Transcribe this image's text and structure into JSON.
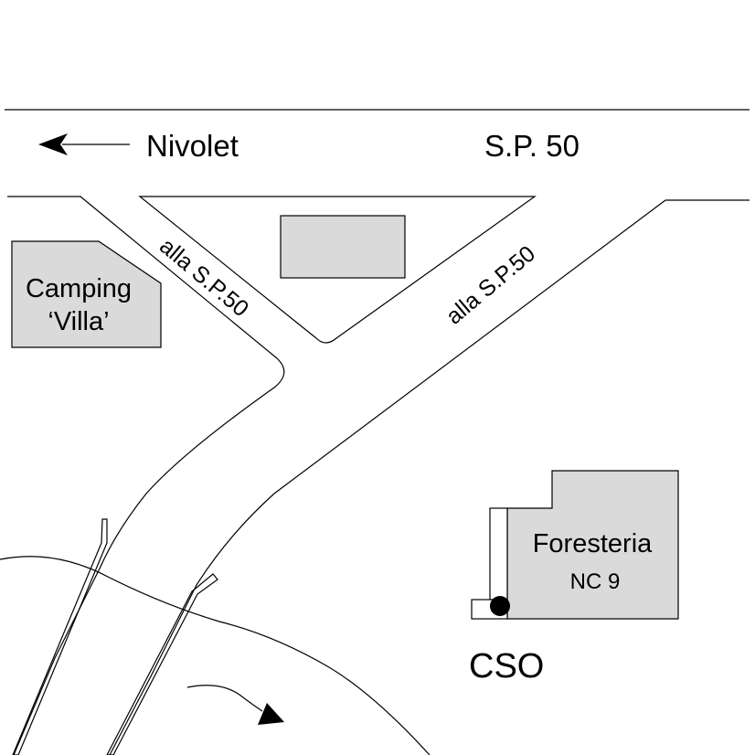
{
  "map": {
    "title": "",
    "colors": {
      "building_fill": "#dadada",
      "line": "#000000",
      "background": "#ffffff"
    },
    "labels": {
      "nivolet": "Nivolet",
      "sp50": "S.P. 50",
      "alla_sp50_left": "alla S.P.50",
      "alla_sp50_right": "alla S.P.50",
      "camping_line1": "Camping",
      "camping_line2": "‘Villa’",
      "foresteria_name": "Foresteria",
      "foresteria_code": "NC 9",
      "cso": "CSO"
    },
    "icons": {
      "direction_arrow_left": "arrow-left-icon",
      "flow_arrow": "curved-arrow-icon",
      "location_marker": "location-dot-icon"
    }
  }
}
